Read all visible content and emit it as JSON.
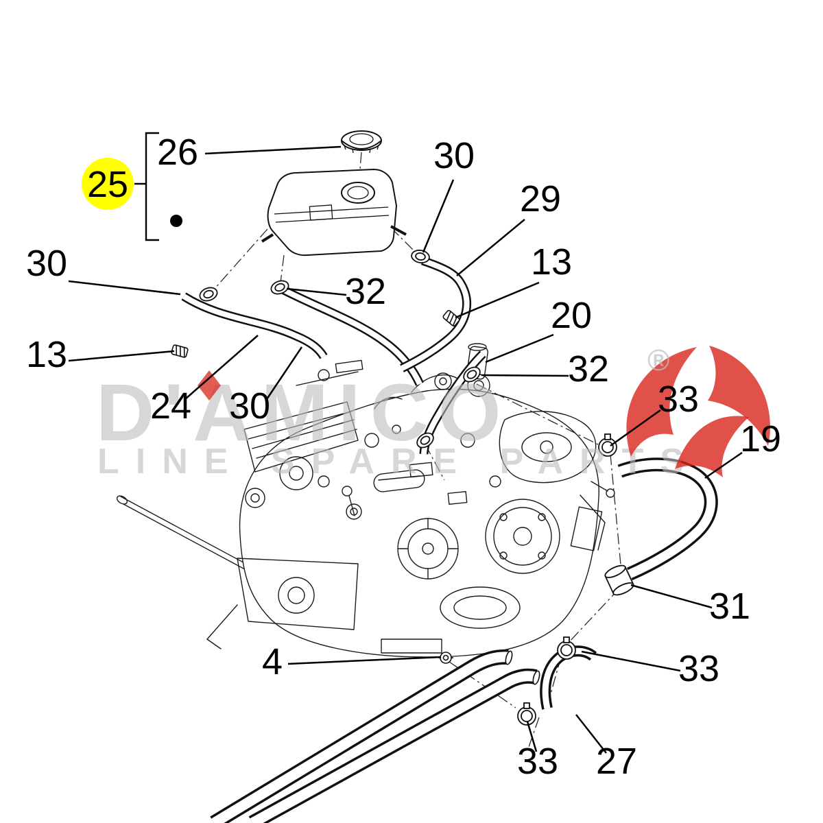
{
  "watermark": {
    "name": "D'AMICO",
    "tagline": "LINE SPARE PARTS",
    "registered_mark": "®",
    "text_color": "#bdbdbd",
    "emblem_color": "#d8251d"
  },
  "highlight": {
    "color": "#ffff00",
    "label": "25"
  },
  "callouts": [
    {
      "label": "26"
    },
    {
      "label": "25"
    },
    {
      "label": "30"
    },
    {
      "label": "29"
    },
    {
      "label": "13"
    },
    {
      "label": "30"
    },
    {
      "label": "32"
    },
    {
      "label": "20"
    },
    {
      "label": "13"
    },
    {
      "label": "32"
    },
    {
      "label": "33"
    },
    {
      "label": "24"
    },
    {
      "label": "30"
    },
    {
      "label": "19"
    },
    {
      "label": "31"
    },
    {
      "label": "33"
    },
    {
      "label": "4"
    },
    {
      "label": "33"
    },
    {
      "label": "27"
    }
  ]
}
